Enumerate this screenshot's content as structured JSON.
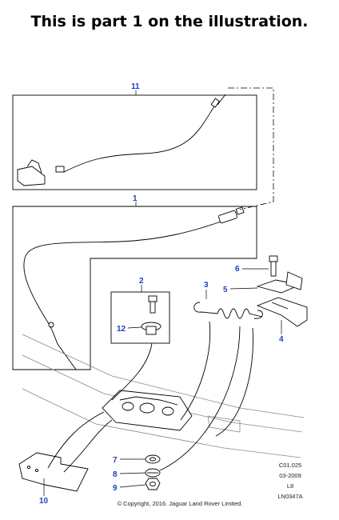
{
  "heading": "This is part 1 on the illustration.",
  "callouts": {
    "c1": "1",
    "c2": "2",
    "c3": "3",
    "c4": "4",
    "c5": "5",
    "c6": "6",
    "c7": "7",
    "c8": "8",
    "c9": "9",
    "c10": "10",
    "c11": "11",
    "c12": "12"
  },
  "ref_codes": [
    "C01.025",
    "03-2009",
    "L8",
    "LN0347A"
  ],
  "copyright": "© Copyright, 2016. Jaguar Land Rover Limited.",
  "colors": {
    "callout": "#1f3fbf",
    "line": "#000000"
  }
}
